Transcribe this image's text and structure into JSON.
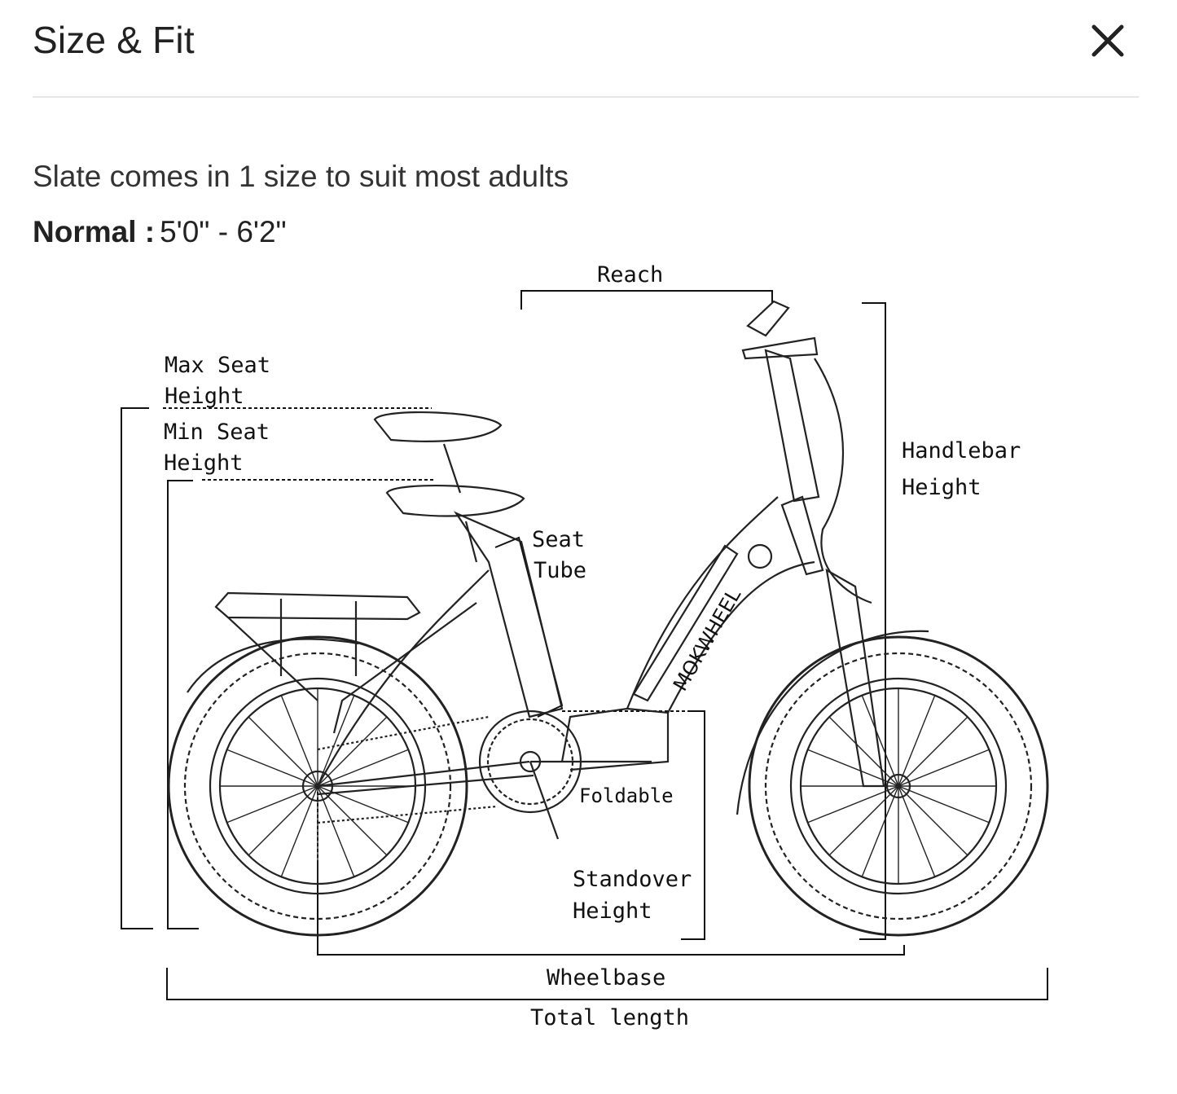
{
  "modal": {
    "title": "Size & Fit",
    "close_icon": "close-icon"
  },
  "content": {
    "subtitle": "Slate comes in 1 size to suit most adults",
    "size_label": "Normal :",
    "size_range": "5'0\" - 6'2\""
  },
  "diagram": {
    "brand": "MOKWHEEL",
    "labels": {
      "reach": "Reach",
      "max_seat_line1": "Max Seat",
      "max_seat_line2": "Height",
      "min_seat_line1": "Min Seat",
      "min_seat_line2": "Height",
      "seat_tube_line1": "Seat",
      "seat_tube_line2": "Tube",
      "handlebar_line1": "Handlebar",
      "handlebar_line2": "Height",
      "foldable": "Foldable",
      "standover_line1": "Standover",
      "standover_line2": "Height",
      "wheelbase": "Wheelbase",
      "total_length": "Total length"
    }
  }
}
